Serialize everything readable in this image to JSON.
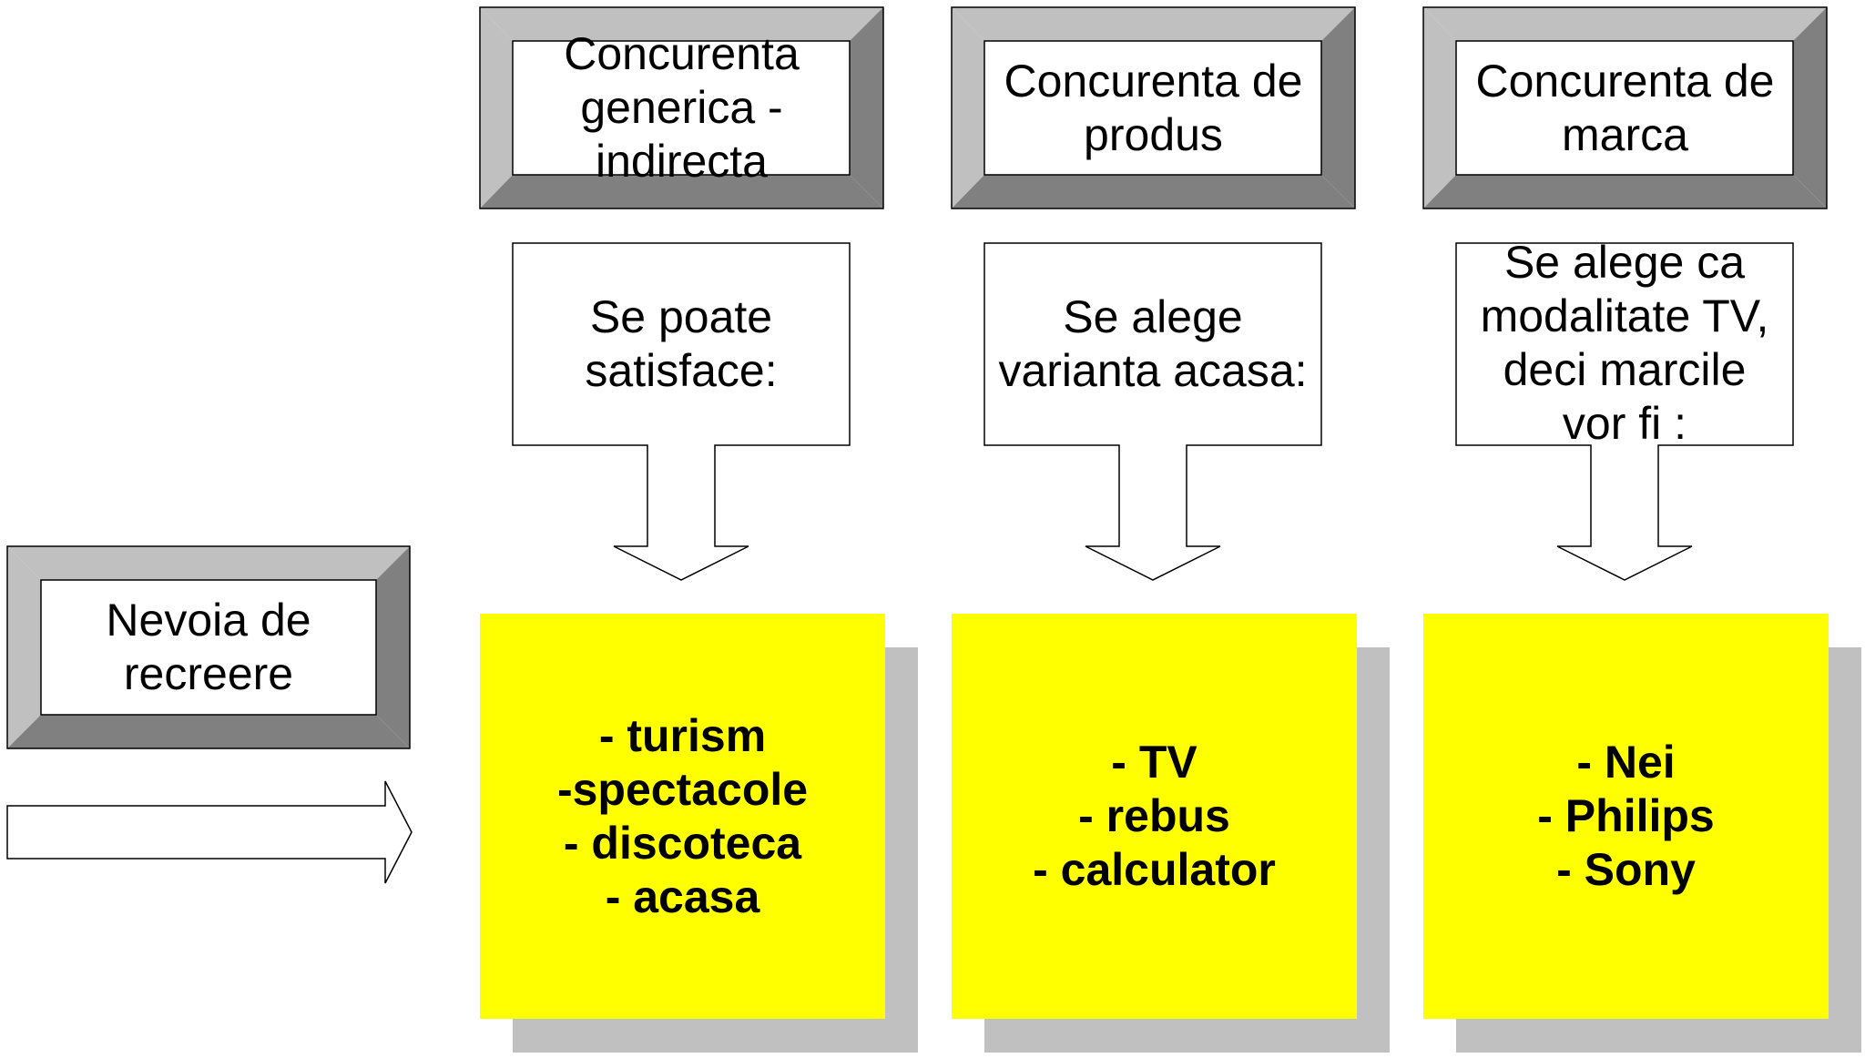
{
  "diagram": {
    "need_box": {
      "label": "Nevoia de\nrecreere"
    },
    "columns": [
      {
        "header": "Concurenta\ngenerica -\nindirecta",
        "callout": "Se poate\nsatisface:",
        "items": "- turism\n-spectacole\n- discoteca\n- acasa"
      },
      {
        "header": "Concurenta de\nprodus",
        "callout": "Se alege\nvarianta acasa:",
        "items": "- TV\n- rebus\n- calculator"
      },
      {
        "header": "Concurenta de\nmarca",
        "callout": "Se alege ca\nmodalitate TV,\ndeci marcile\nvor fi :",
        "items": "- Nei\n- Philips\n- Sony"
      }
    ],
    "colors": {
      "yellow_box": "#ffff00",
      "shadow": "#c0c0c0",
      "bevel_light": "#c0c0c0",
      "bevel_dark": "#808080",
      "outline": "#000000"
    }
  }
}
